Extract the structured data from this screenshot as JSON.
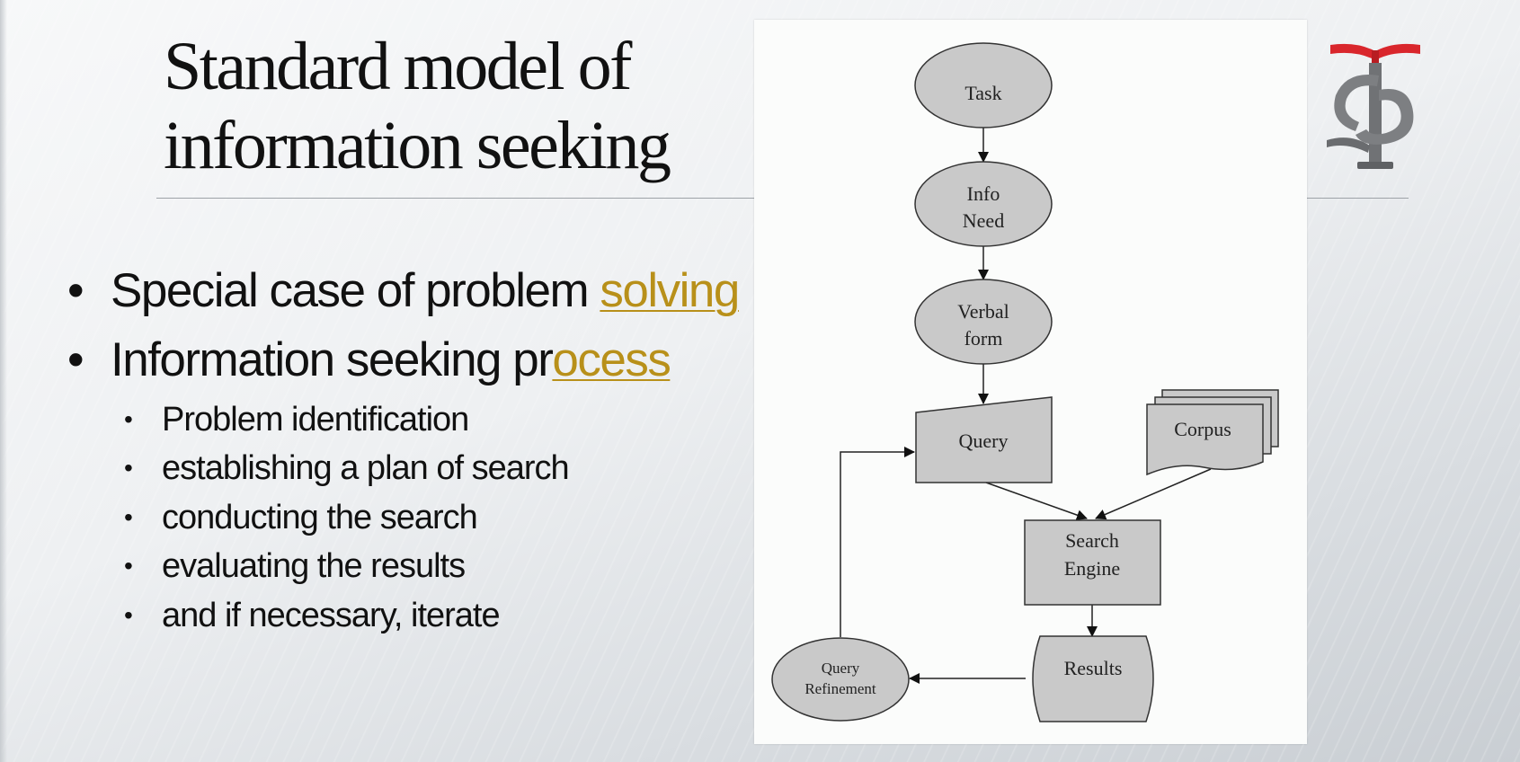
{
  "title": {
    "line1": "Standard model of",
    "line2": "information seeking"
  },
  "bullets": [
    {
      "text": "Special case of problem ",
      "link": "solving"
    },
    {
      "text": "Information seeking pr",
      "link": "ocess"
    }
  ],
  "sub_bullets": [
    "Problem identification",
    "establishing a plan of search",
    "conducting the search",
    "evaluating the results",
    "and if necessary, iterate"
  ],
  "bullet_glyph": "•",
  "diagram": {
    "task": "Task",
    "info_need": [
      "Info",
      "Need"
    ],
    "verbal_form": [
      "Verbal",
      "form"
    ],
    "query": "Query",
    "corpus": "Corpus",
    "search_engine": [
      "Search",
      "Engine"
    ],
    "results": "Results",
    "query_refinement": [
      "Query",
      "Refinement"
    ]
  },
  "colors": {
    "link": "#b8901a",
    "node_fill": "#c9c9c9",
    "logo_red": "#d9262c",
    "logo_gray": "#7d7f82"
  }
}
